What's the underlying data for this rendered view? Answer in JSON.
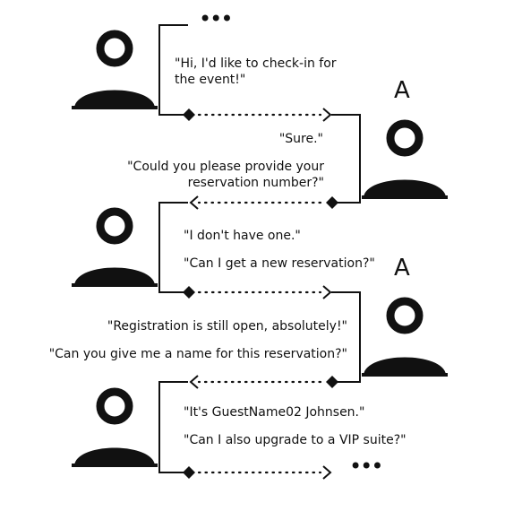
{
  "dialogue": {
    "top_continuation": "•••",
    "bottom_continuation": "•••",
    "agent_label_1": "A",
    "agent_label_2": "A",
    "turns": [
      {
        "speaker": "user",
        "text": "\"Hi, I'd like to check-in for the event!\""
      },
      {
        "speaker": "agent",
        "text_1": "\"Sure.\"",
        "text_2": "\"Could you please provide your reservation number?\""
      },
      {
        "speaker": "user",
        "text_1": "\"I don't have one.\"",
        "text_2": "\"Can I get a new reservation?\""
      },
      {
        "speaker": "agent",
        "text_1": "\"Registration is still open, absolutely!\"",
        "text_2": "\"Can you give me a name for this reservation?\""
      },
      {
        "speaker": "user",
        "text_1": "\"It's GuestName02 Johnsen.\"",
        "text_2": "\"Can I also upgrade to a VIP suite?\""
      }
    ]
  },
  "colors": {
    "ink": "#111111",
    "background": "#ffffff"
  }
}
